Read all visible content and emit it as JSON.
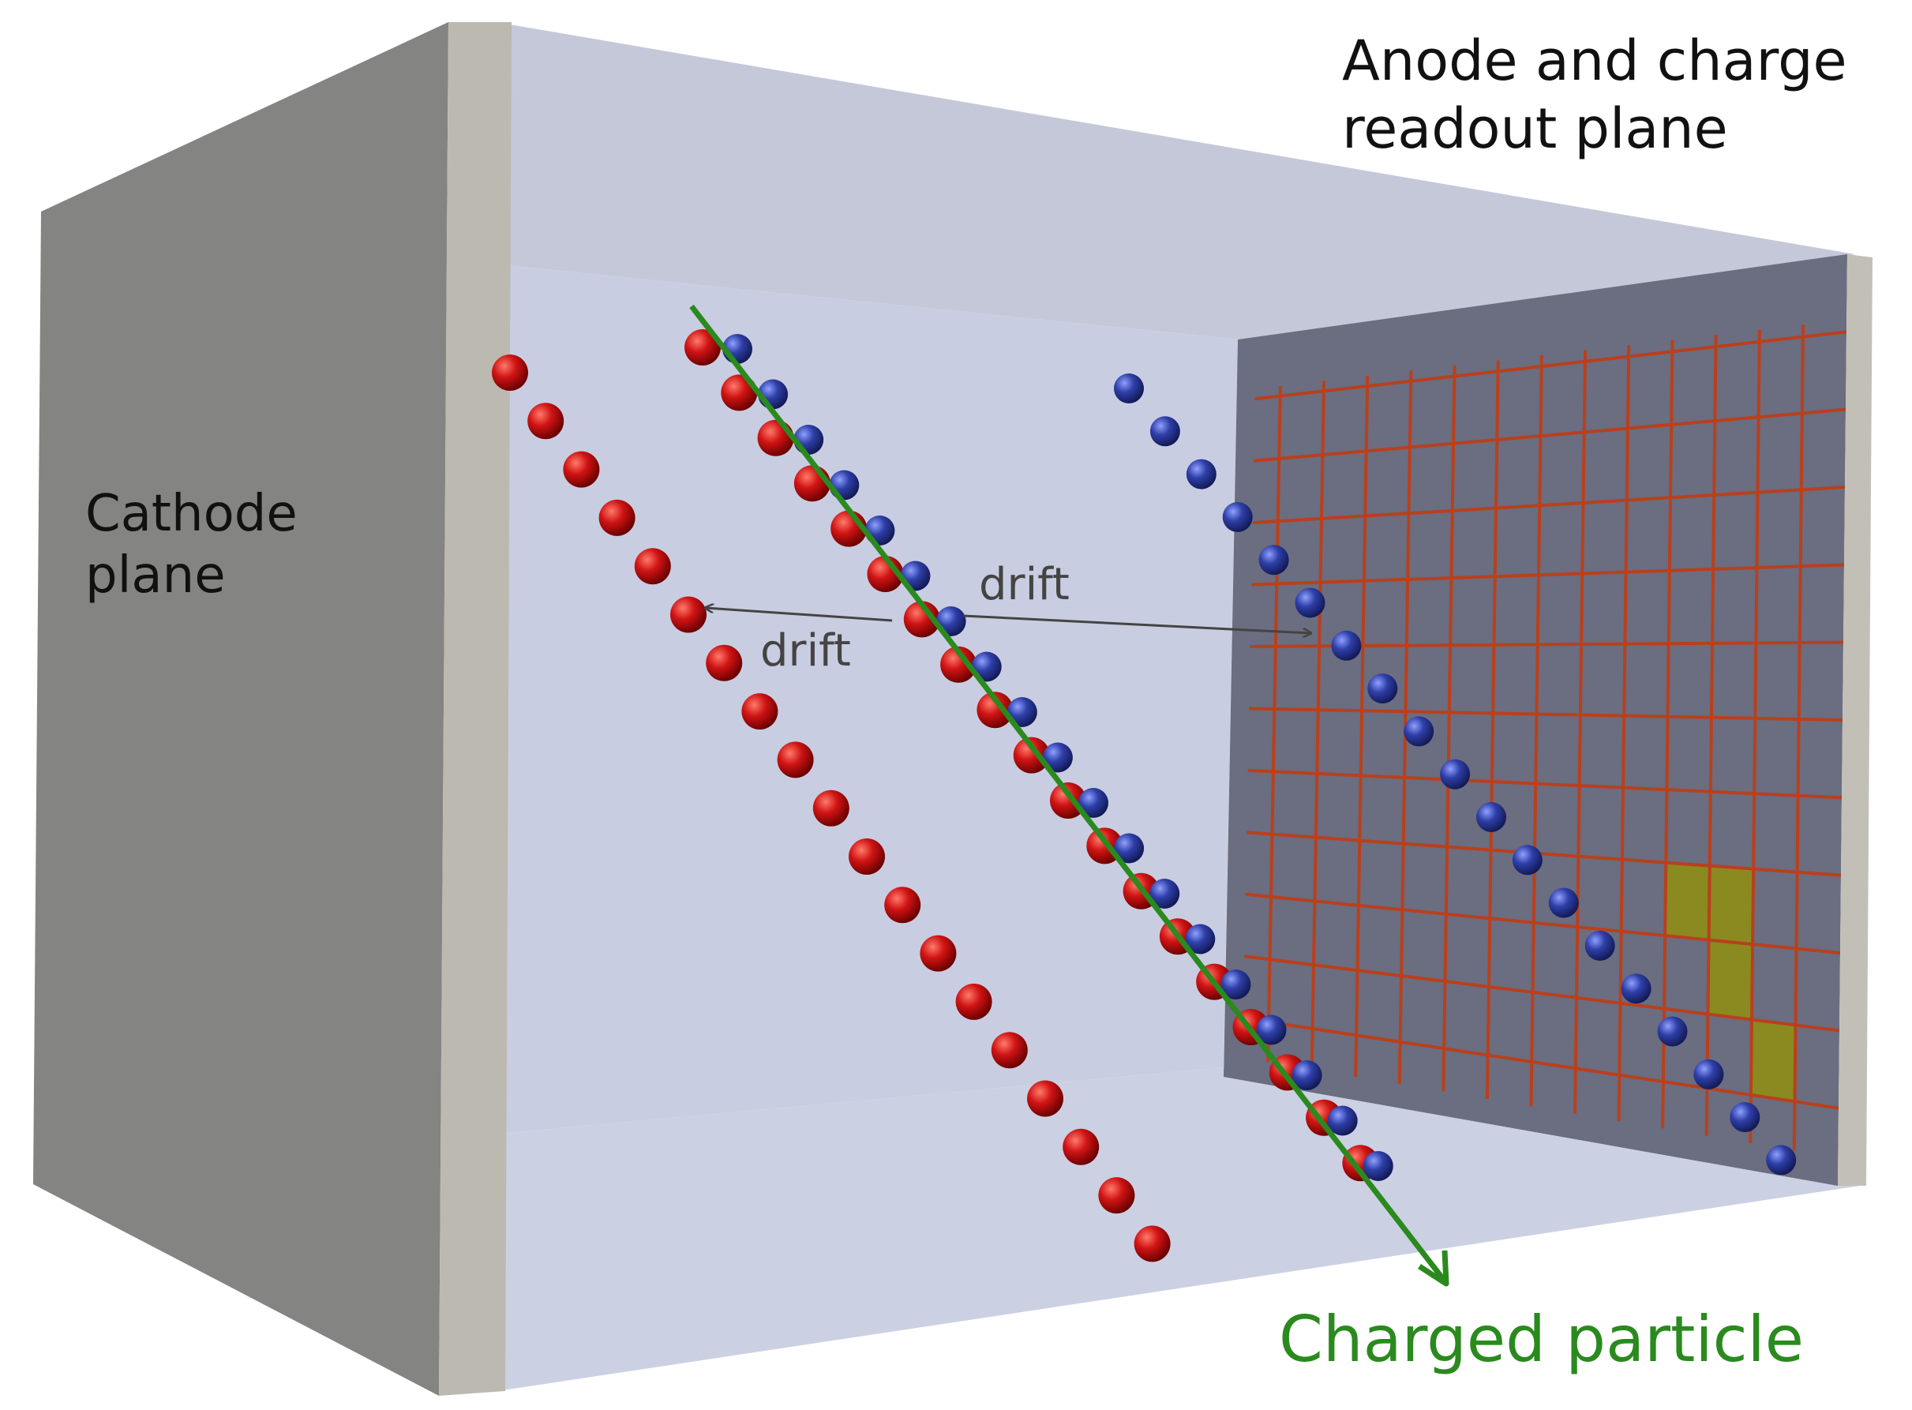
{
  "labels": {
    "cathode": [
      "Cathode",
      "plane"
    ],
    "anode": [
      "Anode and charge",
      "readout plane"
    ],
    "drift_1": "drift",
    "drift_2": "drift",
    "particle": "Charged particle"
  },
  "colors": {
    "cathode_face": "#848482",
    "cathode_edge": "#bcb9b0",
    "back_wall": "#c8cce0",
    "top_wall": "#c5c8d9",
    "floor": "#cdd0e3",
    "anode_plane": "#6b6d80",
    "anode_edge": "#c2c0b6",
    "wire": "#b9401c",
    "hit_pixel": "#8a8a20",
    "electron": "#2c3d9c",
    "ion": "#c01010",
    "track": "#2a8a1e",
    "drift_arrow": "#444444"
  },
  "icons": {
    "electron": "blue-sphere",
    "ion": "red-sphere",
    "track_arrow": "green-arrow",
    "drift_arrow": "double-headed-arrow"
  }
}
